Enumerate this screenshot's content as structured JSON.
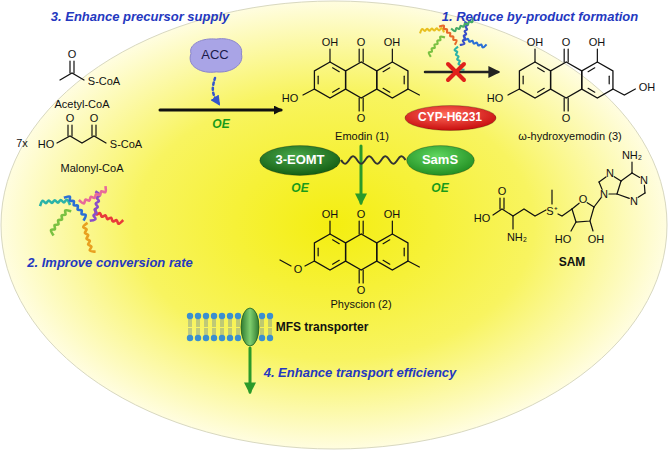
{
  "diagram": {
    "nodes": [
      {
        "text": [
          "ACC"
        ]
      },
      {
        "text": [
          "CYP-H6231"
        ]
      },
      {
        "text": [
          "3-EOMT"
        ]
      },
      {
        "text": [
          "SamS"
        ]
      }
    ],
    "edges": [
      {
        "from": 2,
        "to": 3,
        "arrow": "none"
      }
    ],
    "labels": [
      "3. Enhance precursor supply",
      "1. Reduce by-product formation",
      "Acetyl-CoA",
      "7x",
      "Malonyl-CoA",
      "O",
      "S-CoA",
      "HO",
      "O",
      "O",
      "S-CoA",
      "OE",
      "OH",
      "O",
      "OH",
      "HO",
      "O",
      "Emodin (1)",
      "OH",
      "O",
      "OH",
      "HO",
      "O",
      "OH",
      "ω-hydroxyemodin (3)",
      "OE",
      "OE",
      "2. Improve conversion rate",
      "OH",
      "O",
      "OH",
      "O",
      "O",
      "Physcion (2)",
      "HO",
      "O",
      "NH₂",
      "S⁺",
      "O",
      "OH",
      "HO",
      "N",
      "N",
      "N",
      "N",
      "NH₂",
      "SAM",
      "MFS transporter",
      "4. Enhance transport efficiency"
    ]
  }
}
